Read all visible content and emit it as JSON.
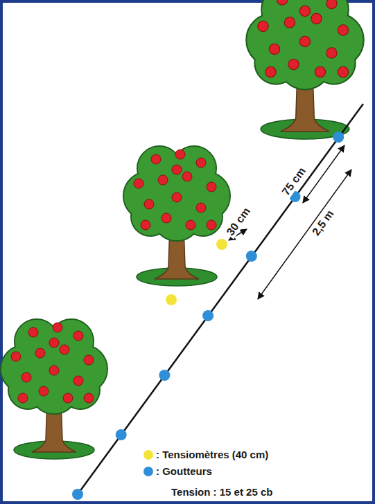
{
  "diagram": {
    "labels": [
      "75 cm",
      "30 cm",
      "2,5 m",
      "Tension : 15 et 25 cb"
    ],
    "legend": [
      {
        "text": ": Tensiomètres (40 cm)",
        "color": "#f4e43a"
      },
      {
        "text": ": Goutteurs",
        "color": "#2e8fd8"
      }
    ]
  }
}
